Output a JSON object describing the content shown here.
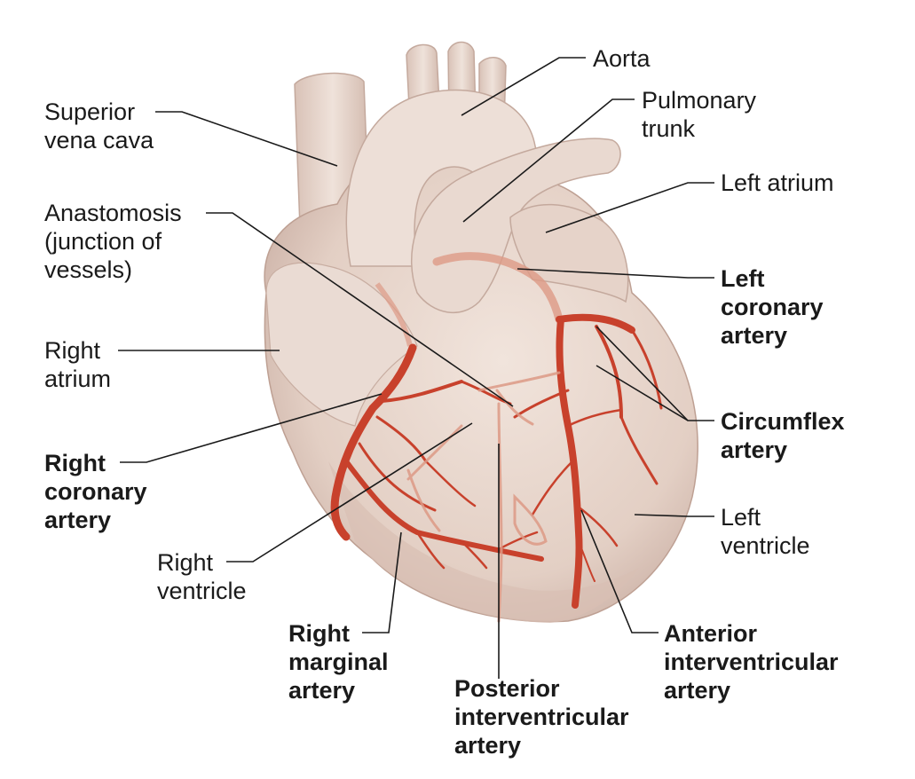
{
  "labels": {
    "aorta": [
      "Aorta"
    ],
    "pulmonary_trunk": [
      "Pulmonary",
      "trunk"
    ],
    "superior_vena_cava": [
      "Superior",
      "vena cava"
    ],
    "left_atrium": [
      "Left atrium"
    ],
    "anastomosis": [
      "Anastomosis",
      "(junction of",
      "vessels)"
    ],
    "left_coronary_artery": [
      "Left",
      "coronary",
      "artery"
    ],
    "right_atrium": [
      "Right",
      "atrium"
    ],
    "circumflex_artery": [
      "Circumflex",
      "artery"
    ],
    "right_coronary_artery": [
      "Right",
      "coronary",
      "artery"
    ],
    "left_ventricle": [
      "Left",
      "ventricle"
    ],
    "right_ventricle": [
      "Right",
      "ventricle"
    ],
    "right_marginal_artery": [
      "Right",
      "marginal",
      "artery"
    ],
    "anterior_interventricular_artery": [
      "Anterior",
      "interventricular",
      "artery"
    ],
    "posterior_interventricular_artery": [
      "Posterior",
      "interventricular",
      "artery"
    ]
  },
  "colors": {
    "heart_tissue": "#e8d6cc",
    "heart_shadow": "#c9aea3",
    "artery": "#c8412c",
    "artery_faint": "#dd9a86",
    "leader_line": "#1a1a1a"
  }
}
